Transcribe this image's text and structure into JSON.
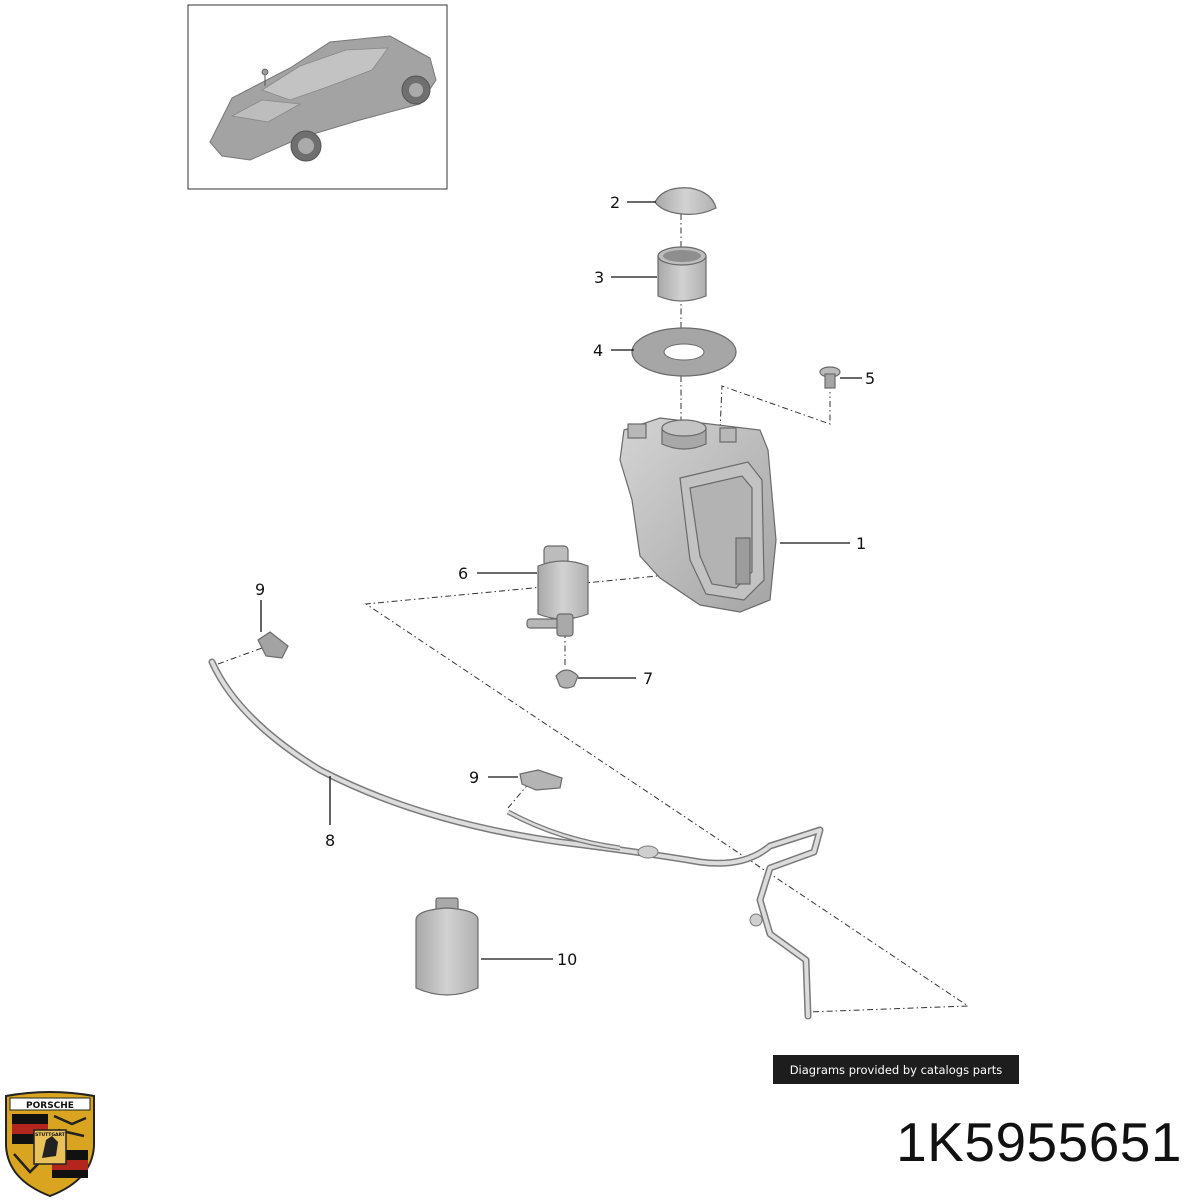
{
  "callouts": [
    {
      "id": "part-2",
      "label": "2"
    },
    {
      "id": "part-3",
      "label": "3"
    },
    {
      "id": "part-4",
      "label": "4"
    },
    {
      "id": "part-5",
      "label": "5"
    },
    {
      "id": "part-1",
      "label": "1"
    },
    {
      "id": "part-6",
      "label": "6"
    },
    {
      "id": "part-9a",
      "label": "9"
    },
    {
      "id": "part-7",
      "label": "7"
    },
    {
      "id": "part-9b",
      "label": "9"
    },
    {
      "id": "part-8",
      "label": "8"
    },
    {
      "id": "part-10",
      "label": "10"
    }
  ],
  "credit": "Diagrams provided by catalogs parts",
  "part_number": "1K5955651",
  "logo": {
    "brand": "PORSCHE",
    "city": "STUTTGART"
  },
  "colors": {
    "part_fill": "#c9c9c9",
    "part_shade": "#a9a9a9",
    "credit_bg": "#1d1d1d",
    "logo_gold": "#d9a520",
    "logo_red": "#b3261e"
  }
}
